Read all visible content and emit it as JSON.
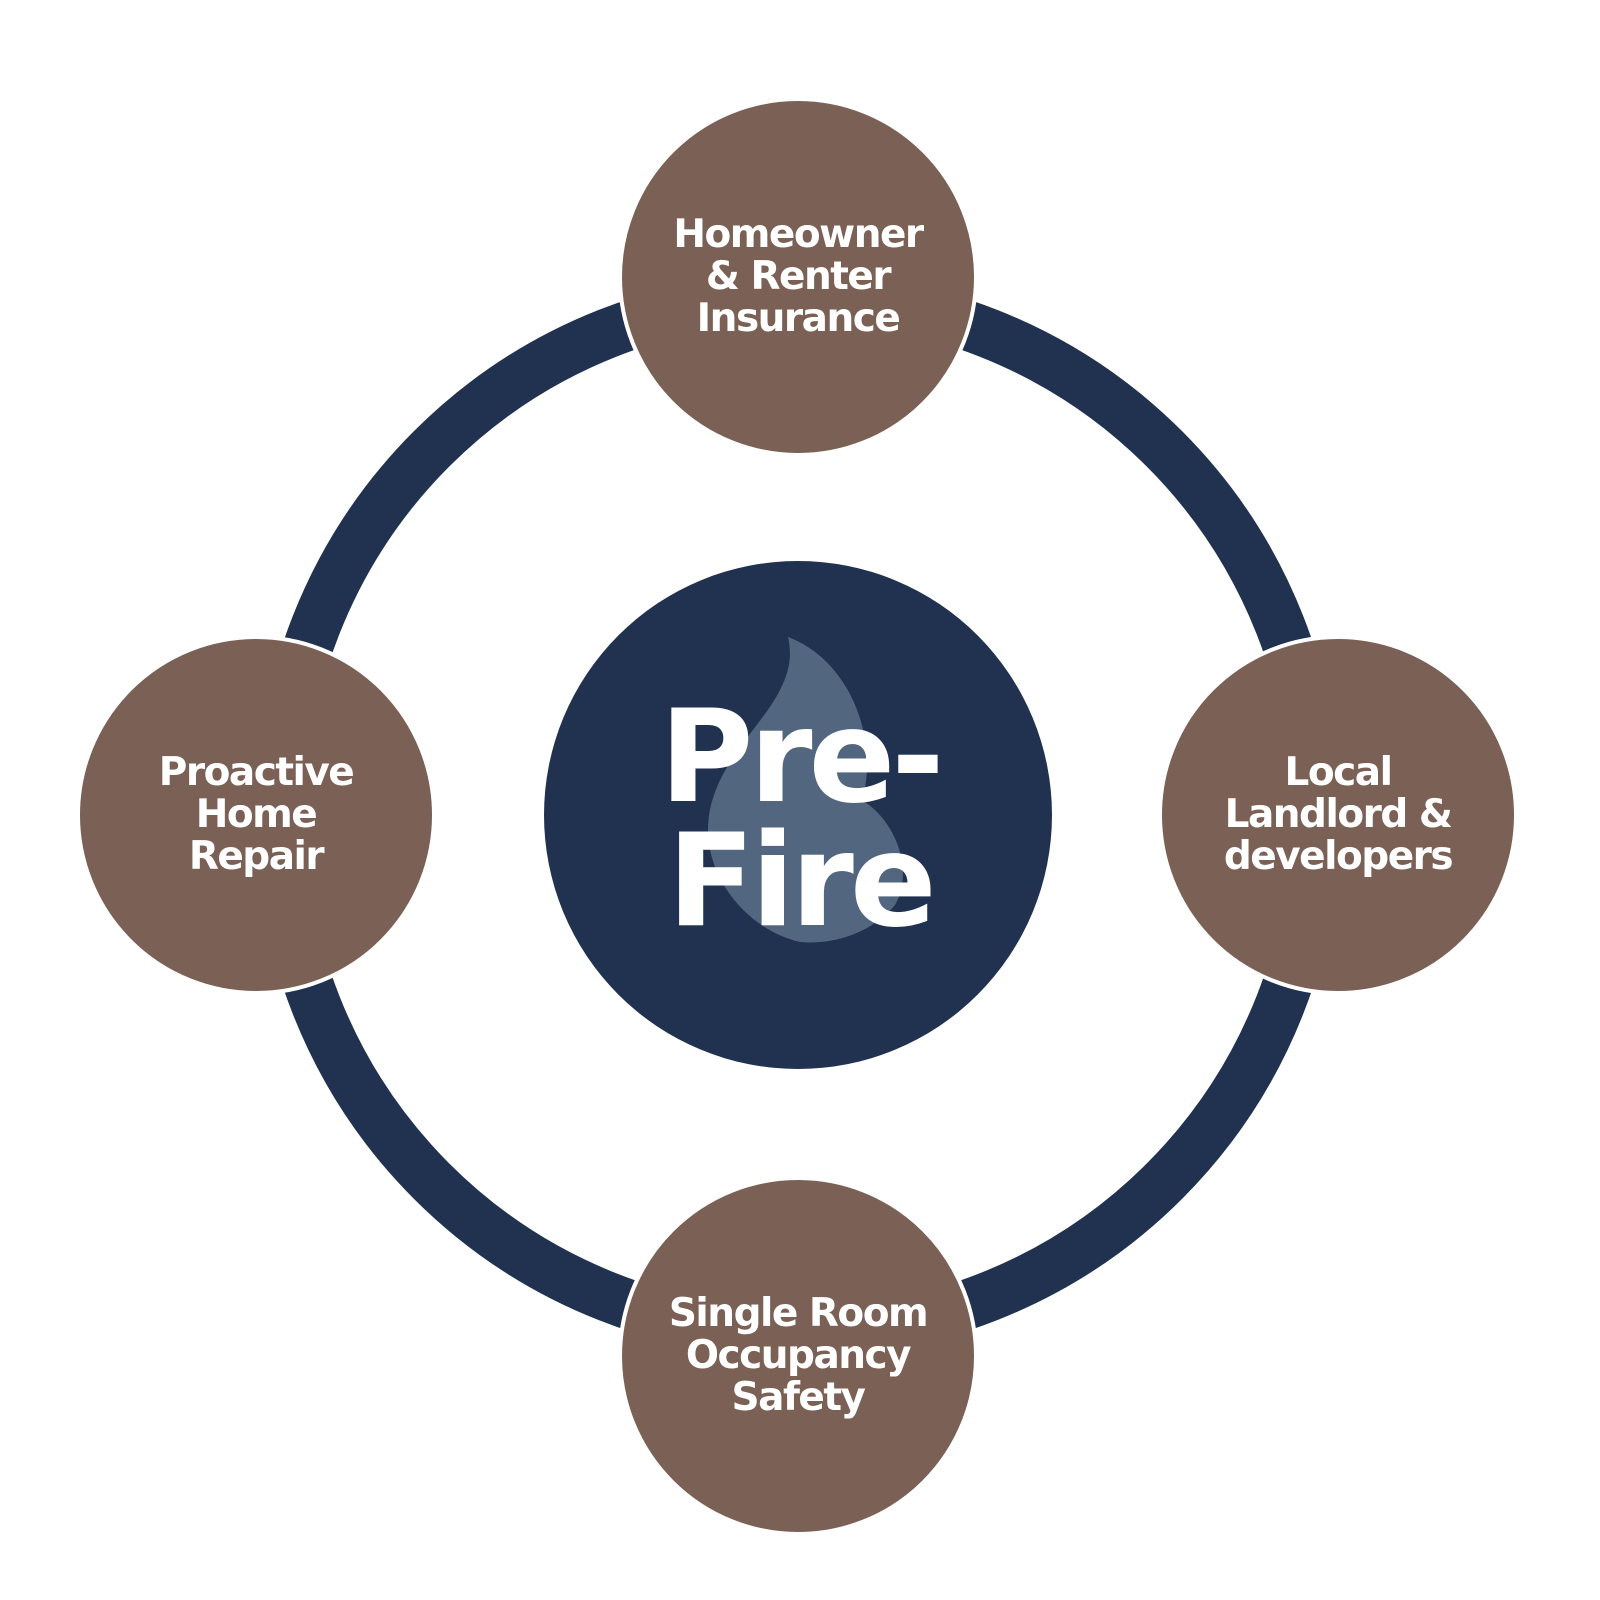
{
  "colors": {
    "ring": "#20324f",
    "center_fill": "#20324f",
    "node_fill": "#7a6055",
    "node_stroke": "#ffffff",
    "flame": "#53667f",
    "text": "#ffffff"
  },
  "center": {
    "line1": "Pre-",
    "line2": "Fire",
    "icon": "flame-icon"
  },
  "nodes": {
    "top": {
      "line1": "Homeowner",
      "line2": "& Renter",
      "line3": "Insurance"
    },
    "right": {
      "line1": "Local",
      "line2": "Landlord &",
      "line3": "developers"
    },
    "bottom": {
      "line1": "Single Room",
      "line2": "Occupancy",
      "line3": "Safety"
    },
    "left": {
      "line1": "Proactive",
      "line2": "Home",
      "line3": "Repair"
    }
  }
}
